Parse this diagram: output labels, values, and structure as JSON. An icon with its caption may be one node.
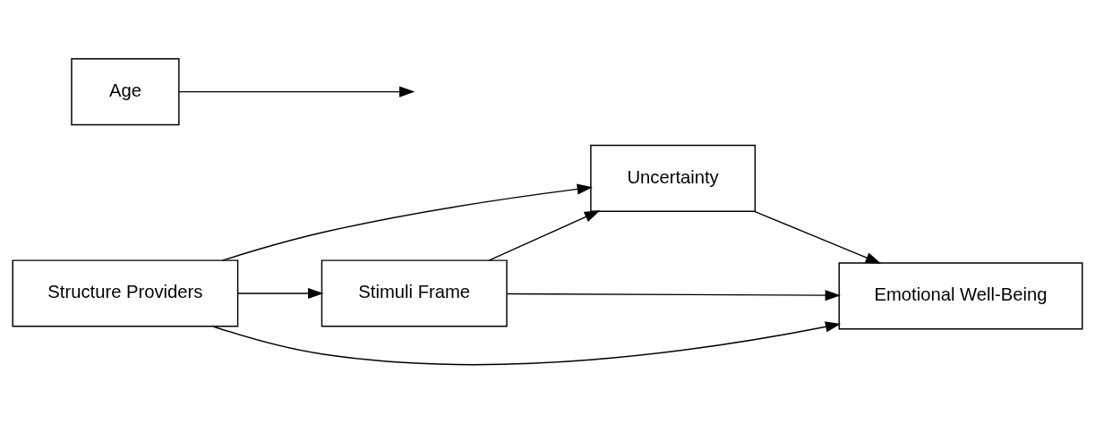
{
  "diagram": {
    "nodes": [
      {
        "text": [
          "Stimuli Frame"
        ]
      },
      {
        "text": [
          "Uncertainty"
        ]
      },
      {
        "text": [
          "Emotional Well-Being"
        ]
      },
      {
        "text": [
          "Age"
        ]
      },
      {
        "text": [
          "Structure Providers"
        ]
      }
    ],
    "edges": [
      {
        "from": 0,
        "to": 2,
        "arrow": "to"
      },
      {
        "from": 0,
        "to": 1,
        "arrow": "to"
      },
      {
        "from": 1,
        "to": 2,
        "arrow": "to"
      },
      {
        "from": 4,
        "to": 0,
        "arrow": "to"
      },
      {
        "from": 3,
        "to": null,
        "arrow": "to"
      },
      {
        "from": 4,
        "to": 1,
        "arrow": "to"
      },
      {
        "from": 4,
        "to": 2,
        "arrow": "to"
      }
    ]
  }
}
